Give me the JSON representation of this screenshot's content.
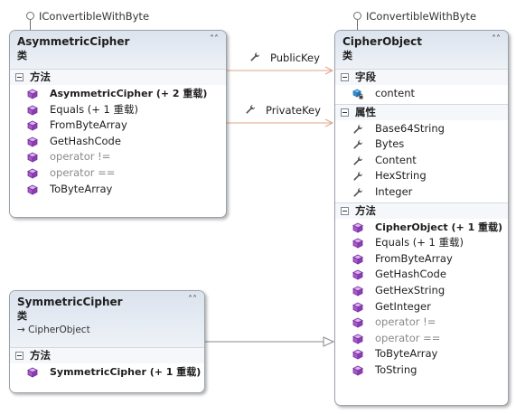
{
  "interfaces": {
    "left": "IConvertibleWithByte",
    "right": "IConvertibleWithByte"
  },
  "associations": {
    "public_key": "PublicKey",
    "private_key": "PrivateKey"
  },
  "asymmetric": {
    "name": "AsymmetricCipher",
    "kind": "类",
    "methods_header": "方法",
    "methods": [
      {
        "name": "AsymmetricCipher (+ 2 重载)",
        "style": "bold"
      },
      {
        "name": "Equals (+ 1 重载)",
        "style": "normal"
      },
      {
        "name": "FromByteArray",
        "style": "normal"
      },
      {
        "name": "GetHashCode",
        "style": "normal"
      },
      {
        "name": "operator !=",
        "style": "gray"
      },
      {
        "name": "operator ==",
        "style": "gray"
      },
      {
        "name": "ToByteArray",
        "style": "normal"
      }
    ]
  },
  "cipher": {
    "name": "CipherObject",
    "kind": "类",
    "fields_header": "字段",
    "fields": [
      "content"
    ],
    "properties_header": "属性",
    "properties": [
      "Base64String",
      "Bytes",
      "Content",
      "HexString",
      "Integer"
    ],
    "methods_header": "方法",
    "methods": [
      {
        "name": "CipherObject (+ 1 重载)",
        "style": "bold"
      },
      {
        "name": "Equals (+ 1 重载)",
        "style": "normal"
      },
      {
        "name": "FromByteArray",
        "style": "normal"
      },
      {
        "name": "GetHashCode",
        "style": "normal"
      },
      {
        "name": "GetHexString",
        "style": "normal"
      },
      {
        "name": "GetInteger",
        "style": "normal"
      },
      {
        "name": "operator !=",
        "style": "gray"
      },
      {
        "name": "operator ==",
        "style": "gray"
      },
      {
        "name": "ToByteArray",
        "style": "normal"
      },
      {
        "name": "ToString",
        "style": "normal"
      }
    ]
  },
  "symmetric": {
    "name": "SymmetricCipher",
    "kind": "类",
    "base": "CipherObject",
    "methods_header": "方法",
    "methods": [
      {
        "name": "SymmetricCipher (+ 1 重载)",
        "style": "bold"
      }
    ]
  }
}
